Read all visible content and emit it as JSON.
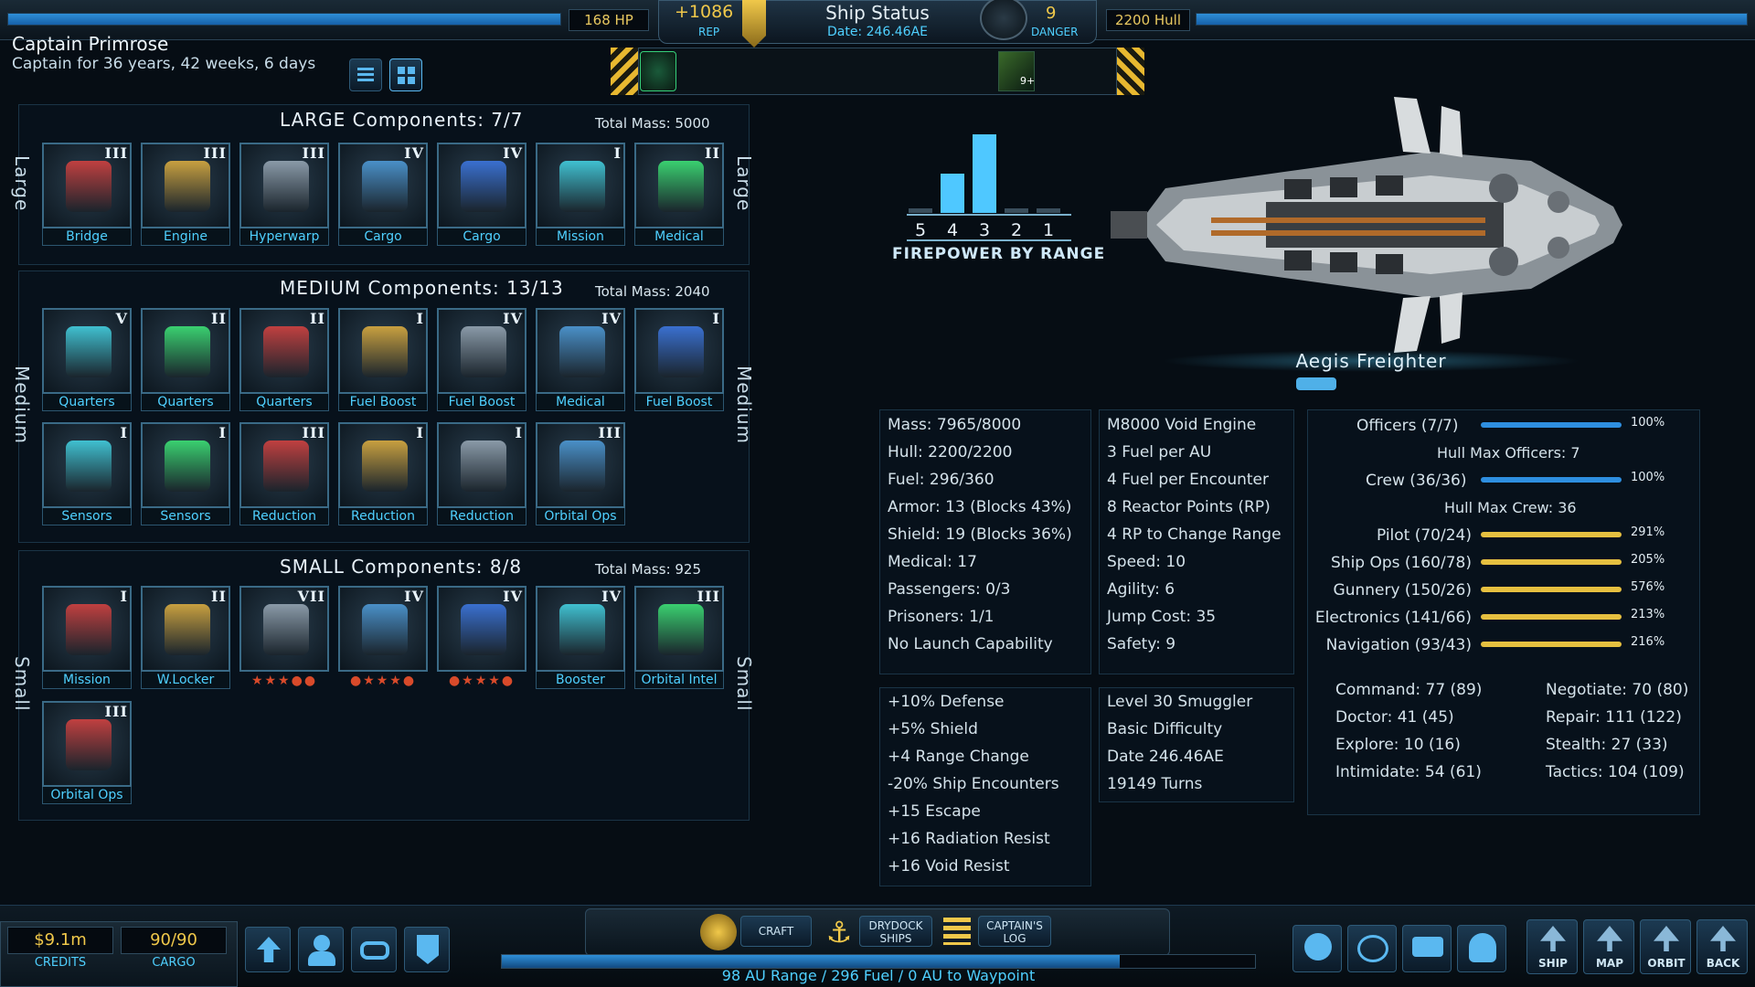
{
  "top": {
    "hp_label": "168 HP",
    "rep_value": "+1086",
    "rep_label": "REP",
    "title": "Ship Status",
    "date": "Date: 246.46AE",
    "danger_value": "9",
    "danger_label": "DANGER",
    "hull_label": "2200 Hull",
    "slot_badge": "9+"
  },
  "captain": {
    "name": "Captain Primrose",
    "tenure": "Captain for 36 years, 42 weeks, 6 days"
  },
  "large": {
    "title": "LARGE Components: 7/7",
    "mass": "Total Mass: 5000",
    "side": "Large",
    "items": [
      {
        "name": "Bridge",
        "tier": "III"
      },
      {
        "name": "Engine",
        "tier": "III"
      },
      {
        "name": "Hyperwarp",
        "tier": "III"
      },
      {
        "name": "Cargo",
        "tier": "IV"
      },
      {
        "name": "Cargo",
        "tier": "IV"
      },
      {
        "name": "Mission",
        "tier": "I"
      },
      {
        "name": "Medical",
        "tier": "II"
      }
    ]
  },
  "medium": {
    "title": "MEDIUM Components: 13/13",
    "mass": "Total Mass: 2040",
    "side": "Medium",
    "items": [
      {
        "name": "Quarters",
        "tier": "V"
      },
      {
        "name": "Quarters",
        "tier": "II"
      },
      {
        "name": "Quarters",
        "tier": "II"
      },
      {
        "name": "Fuel Boost",
        "tier": "I"
      },
      {
        "name": "Fuel Boost",
        "tier": "IV"
      },
      {
        "name": "Medical",
        "tier": "IV"
      },
      {
        "name": "Fuel Boost",
        "tier": "I"
      },
      {
        "name": "Sensors",
        "tier": "I"
      },
      {
        "name": "Sensors",
        "tier": "I"
      },
      {
        "name": "Reduction",
        "tier": "III"
      },
      {
        "name": "Reduction",
        "tier": "I"
      },
      {
        "name": "Reduction",
        "tier": "I"
      },
      {
        "name": "Orbital Ops",
        "tier": "III"
      }
    ]
  },
  "small": {
    "title": "SMALL Components: 8/8",
    "mass": "Total Mass: 925",
    "side": "Small",
    "items": [
      {
        "name": "Mission",
        "tier": "I"
      },
      {
        "name": "W.Locker",
        "tier": "II"
      },
      {
        "name": "",
        "tier": "VII",
        "stars": "★★★●●"
      },
      {
        "name": "",
        "tier": "IV",
        "stars": "●★★★●"
      },
      {
        "name": "",
        "tier": "IV",
        "stars": "●★★★●"
      },
      {
        "name": "Booster",
        "tier": "IV"
      },
      {
        "name": "Orbital Intel",
        "tier": "III"
      },
      {
        "name": "Orbital Ops",
        "tier": "III"
      }
    ]
  },
  "firepower": {
    "label": "FIREPOWER BY RANGE",
    "ranges": [
      "5",
      "4",
      "3",
      "2",
      "1"
    ],
    "values": [
      0,
      2,
      4,
      0,
      0
    ]
  },
  "ship_name": "Aegis Freighter",
  "stats_col1": [
    "Mass: 7965/8000",
    "Hull: 2200/2200",
    "Fuel: 296/360",
    "Armor: 13 (Blocks 43%)",
    "Shield: 19 (Blocks 36%)",
    "Medical: 17",
    "Passengers: 0/3",
    "Prisoners: 1/1",
    "No Launch Capability"
  ],
  "stats_col2": [
    "M8000 Void Engine",
    "3 Fuel per AU",
    "4 Fuel per Encounter",
    "8 Reactor Points (RP)",
    "4 RP to Change Range",
    "Speed: 10",
    "Agility: 6",
    "Jump Cost: 35",
    "Safety: 9"
  ],
  "bonuses": [
    "+10% Defense",
    "+5% Shield",
    "+4 Range Change",
    "-20% Ship Encounters",
    "+15 Escape",
    "+16 Radiation Resist",
    "+16 Void Resist"
  ],
  "game_info": [
    "Level 30 Smuggler",
    "Basic Difficulty",
    "Date 246.46AE",
    "19149 Turns"
  ],
  "crew": {
    "officers": {
      "label": "Officers (7/7)",
      "pct": "100%",
      "fill": 1.0,
      "color": "#2e8fe0"
    },
    "officers_max": "Hull Max Officers: 7",
    "crew": {
      "label": "Crew (36/36)",
      "pct": "100%",
      "fill": 1.0,
      "color": "#2e8fe0"
    },
    "crew_max": "Hull Max Crew: 36",
    "skills": [
      {
        "label": "Pilot (70/24)",
        "pct": "291%",
        "fill": 1.0,
        "color": "#e6c040"
      },
      {
        "label": "Ship Ops (160/78)",
        "pct": "205%",
        "fill": 1.0,
        "color": "#e6c040"
      },
      {
        "label": "Gunnery (150/26)",
        "pct": "576%",
        "fill": 1.0,
        "color": "#e6c040"
      },
      {
        "label": "Electronics (141/66)",
        "pct": "213%",
        "fill": 1.0,
        "color": "#e6c040"
      },
      {
        "label": "Navigation (93/43)",
        "pct": "216%",
        "fill": 1.0,
        "color": "#e6c040"
      }
    ]
  },
  "captain_skills_left": [
    "Command: 77 (89)",
    "Doctor: 41 (45)",
    "Explore: 10 (16)",
    "Intimidate: 54 (61)"
  ],
  "captain_skills_right": [
    "Negotiate: 70 (80)",
    "Repair: 111 (122)",
    "Stealth: 27 (33)",
    "Tactics: 104 (109)"
  ],
  "bottom": {
    "credits_value": "$9.1m",
    "credits_label": "CREDITS",
    "cargo_value": "90/90",
    "cargo_label": "CARGO",
    "craft": "CRAFT",
    "drydock_1": "DRYDOCK",
    "drydock_2": "SHIPS",
    "log_1": "CAPTAIN'S",
    "log_2": "LOG",
    "range_text": "98 AU Range / 296 Fuel / 0 AU to Waypoint",
    "fuel_fill": 0.82,
    "nav": [
      "SHIP",
      "MAP",
      "ORBIT",
      "BACK"
    ]
  }
}
